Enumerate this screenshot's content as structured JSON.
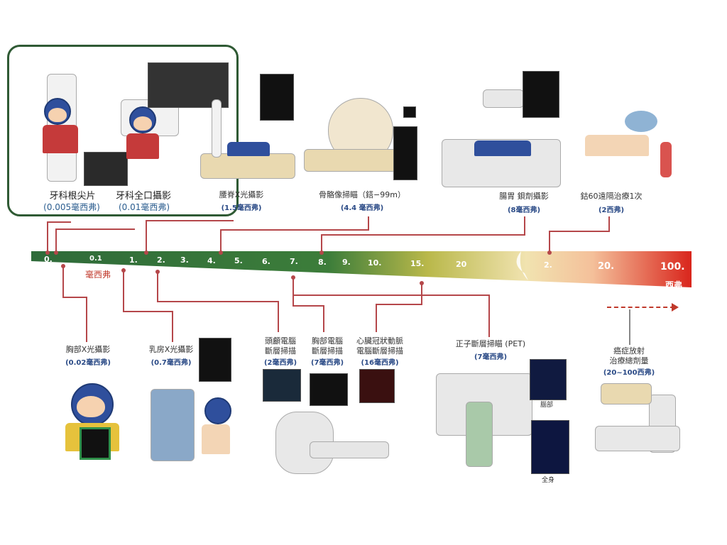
{
  "scale": {
    "ticks": [
      "0.",
      "0.1",
      "1.",
      "2.",
      "3.",
      "4.",
      "5.",
      "6.",
      "7.",
      "8.",
      "9.",
      "10.",
      "15.",
      "20",
      "2.",
      "20.",
      "100."
    ],
    "unit_left": "毫西弗",
    "unit_right": "西弗"
  },
  "top_items": [
    {
      "name": "牙科根尖片",
      "dose": "(0.005毫西弗)"
    },
    {
      "name": "牙科全口攝影",
      "dose": "(0.01毫西弗)"
    },
    {
      "name": "腰脊X光攝影",
      "dose": "(1.5毫西弗)"
    },
    {
      "name": "骨骼像掃瞄（鎝−99m）",
      "dose": "(4.4 毫西弗)"
    },
    {
      "name": "腸胃 鋇劑攝影",
      "dose": "(8毫西弗)"
    },
    {
      "name": "鈷60遠隔治療1次",
      "dose": "(2西弗)"
    }
  ],
  "bottom_items": [
    {
      "name": "胸部X光攝影",
      "dose": "(0.02毫西弗)"
    },
    {
      "name": "乳房X光攝影",
      "dose": "(0.7毫西弗)"
    },
    {
      "name": "頭顱電腦\n斷層掃描",
      "dose": "(2毫西弗)"
    },
    {
      "name": "胸部電腦\n斷層掃描",
      "dose": "(7毫西弗)"
    },
    {
      "name": "心臟冠狀動脈\n電腦斷層掃描",
      "dose": "(16毫西弗)"
    },
    {
      "name": "正子斷層掃瞄 (PET)",
      "dose": "(7毫西弗)"
    },
    {
      "name": "癌症放射\n治療總劑量",
      "dose": "(20~100西弗)"
    }
  ],
  "pet_labels": {
    "brain": "腦部",
    "body": "全身"
  },
  "colors": {
    "green": "#2f6b3a",
    "red": "#d9251c",
    "frame": "#2f5a34",
    "line": "#b5474a"
  }
}
